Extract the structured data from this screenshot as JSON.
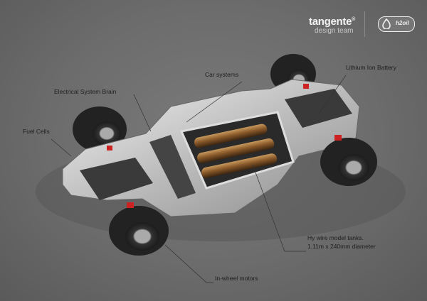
{
  "branding": {
    "studio": "tangente",
    "studio_mark": "®",
    "studio_sub": "design team",
    "partner_logo": "h2oil"
  },
  "labels": {
    "car_systems": "Car systems",
    "electrical_brain": "Electrical System Brain",
    "fuel_cells": "Fuel Cells",
    "lithium_battery": "Lithium Ion Battery",
    "tanks_line1": "Hy wire model tanks.",
    "tanks_line2": "1.11m x 240mm diameter",
    "in_wheel_motors": "In-wheel motors"
  },
  "colors": {
    "tank": "#8a5a2a",
    "caliper": "#cc2222",
    "chassis": "#d8d8d8"
  }
}
